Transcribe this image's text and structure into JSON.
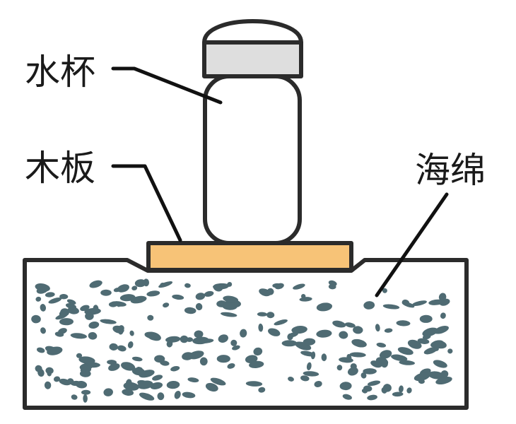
{
  "labels": {
    "cup": "水杯",
    "board": "木板",
    "sponge": "海绵"
  },
  "colors": {
    "outline": "#2b2b2b",
    "board_fill": "#f7c377",
    "cap_fill": "#dedede",
    "cup_fill": "#ffffff",
    "sponge_fill": "#ffffff",
    "sponge_speckle": "#4f6b73"
  }
}
